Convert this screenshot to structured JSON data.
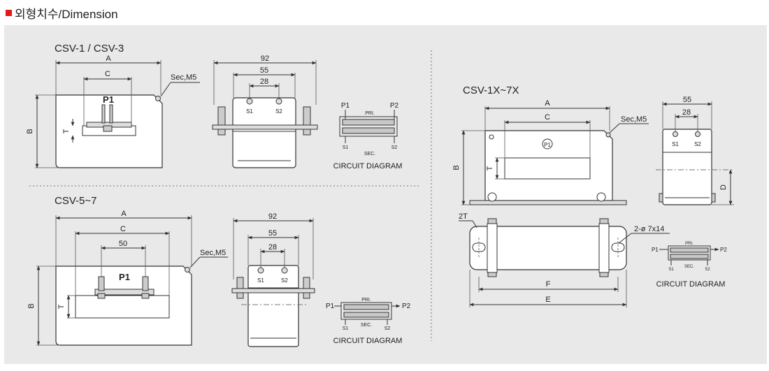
{
  "header": {
    "title": "외형치수/Dimension",
    "marker_color": "#e6161b"
  },
  "colors": {
    "panel": "#e9e9e9",
    "body_fill": "#ffffff",
    "line": "#333333",
    "bar_fill": "#c8c8c8"
  },
  "csv13": {
    "title": "CSV-1 / CSV-3",
    "front": {
      "a": "A",
      "c": "C",
      "b": "B",
      "t": "T",
      "p1": "P1",
      "sec": "Sec,M5"
    },
    "side": {
      "d92": "92",
      "d55": "55",
      "d28": "28",
      "s1": "S1",
      "s2": "S2"
    },
    "circuit": {
      "p1": "P1",
      "p2": "P2",
      "pri": "PRI.",
      "s1": "S1",
      "s2": "S2",
      "sec": "SEC.",
      "caption": "CIRCUIT DIAGRAM"
    }
  },
  "csv57": {
    "title": "CSV-5~7",
    "front": {
      "a": "A",
      "c": "C",
      "d50": "50",
      "b": "B",
      "t": "T",
      "p1": "P1",
      "sec": "Sec,M5"
    },
    "side": {
      "d92": "92",
      "d55": "55",
      "d28": "28",
      "s1": "S1",
      "s2": "S2"
    },
    "circuit": {
      "p1": "P1",
      "p2": "P2",
      "pri": "PRI.",
      "s1": "S1",
      "s2": "S2",
      "sec": "SEC.",
      "caption": "CIRCUIT DIAGRAM"
    }
  },
  "csvx": {
    "title": "CSV-1X~7X",
    "front": {
      "a": "A",
      "c": "C",
      "b": "B",
      "t": "T",
      "p1": "P1",
      "sec": "Sec,M5"
    },
    "side": {
      "d55": "55",
      "d28": "28",
      "s1": "S1",
      "s2": "S2",
      "d": "D"
    },
    "bottom": {
      "t2": "2T",
      "holes": "2-ø 7x14",
      "f": "F",
      "e": "E"
    },
    "circuit": {
      "p1": "P1",
      "p2": "P2",
      "pri": "PRI.",
      "s1": "S1",
      "s2": "S2",
      "sec": "SEC.",
      "caption": "CIRCUIT DIAGRAM"
    }
  }
}
